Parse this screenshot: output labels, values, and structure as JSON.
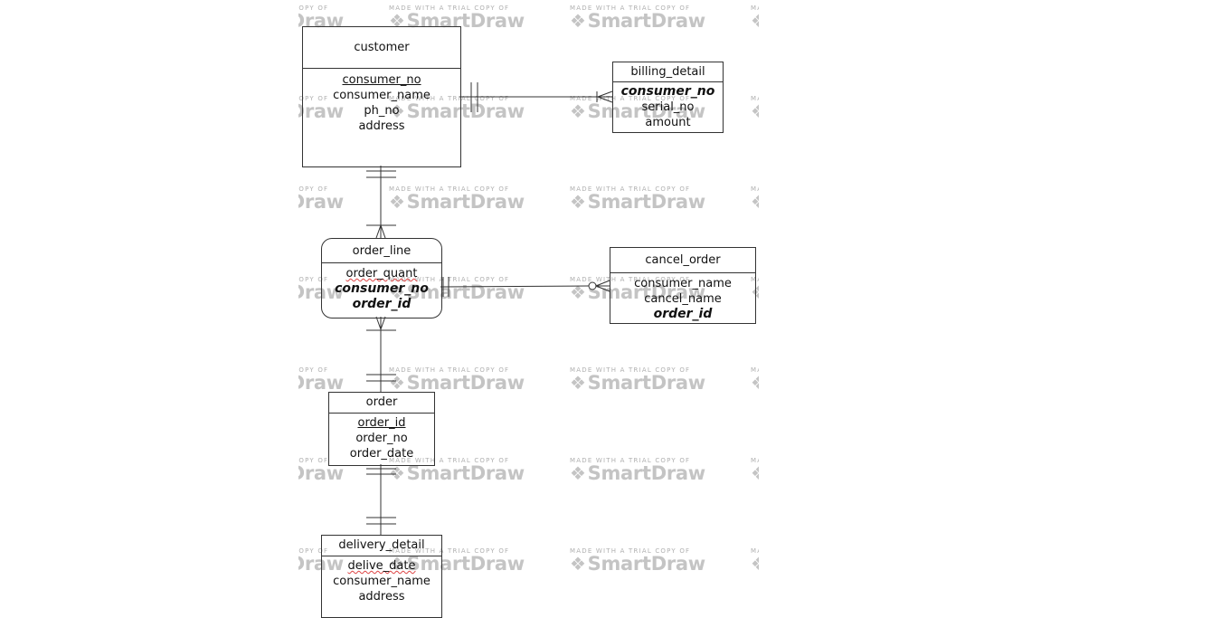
{
  "diagram": {
    "entities": {
      "customer": {
        "title": "customer",
        "attributes": [
          "consumer_no",
          "consumer_name",
          "ph_no",
          "address"
        ]
      },
      "billing_detail": {
        "title": "billing_detail",
        "attributes": [
          "consumer_no",
          "serial_no",
          "amount"
        ]
      },
      "order_line": {
        "title": "order_line",
        "attributes": [
          "order_quant",
          "consumer_no",
          "order_id"
        ]
      },
      "cancel_order": {
        "title": "cancel_order",
        "attributes": [
          "consumer_name",
          "cancel_name",
          "order_id"
        ]
      },
      "order": {
        "title": "order",
        "attributes": [
          "order_id",
          "order_no",
          "order_date"
        ]
      },
      "delivery_detail": {
        "title": "delivery_detail",
        "attributes": [
          "delive_date",
          "consumer_name",
          "address"
        ]
      }
    },
    "relationships": [
      {
        "from": "customer",
        "to": "billing_detail",
        "from_end": "one-and-only-one",
        "to_end": "one-or-many"
      },
      {
        "from": "customer",
        "to": "order_line",
        "from_end": "one-and-only-one",
        "to_end": "one-or-many"
      },
      {
        "from": "order_line",
        "to": "cancel_order",
        "from_end": "one-and-only-one",
        "to_end": "zero-or-many"
      },
      {
        "from": "order_line",
        "to": "order",
        "from_end": "one-or-many",
        "to_end": "one-and-only-one"
      },
      {
        "from": "order",
        "to": "delivery_detail",
        "from_end": "one-and-only-one",
        "to_end": "one-and-only-one"
      }
    ]
  },
  "watermark": {
    "small": "MADE WITH A TRIAL COPY OF",
    "brand": "SmartDraw",
    "logo_icon": "smartdraw-logo-icon"
  },
  "colors": {
    "line": "#333333",
    "watermark": "#c4c4c4",
    "spellcheck": "#dd4444"
  }
}
